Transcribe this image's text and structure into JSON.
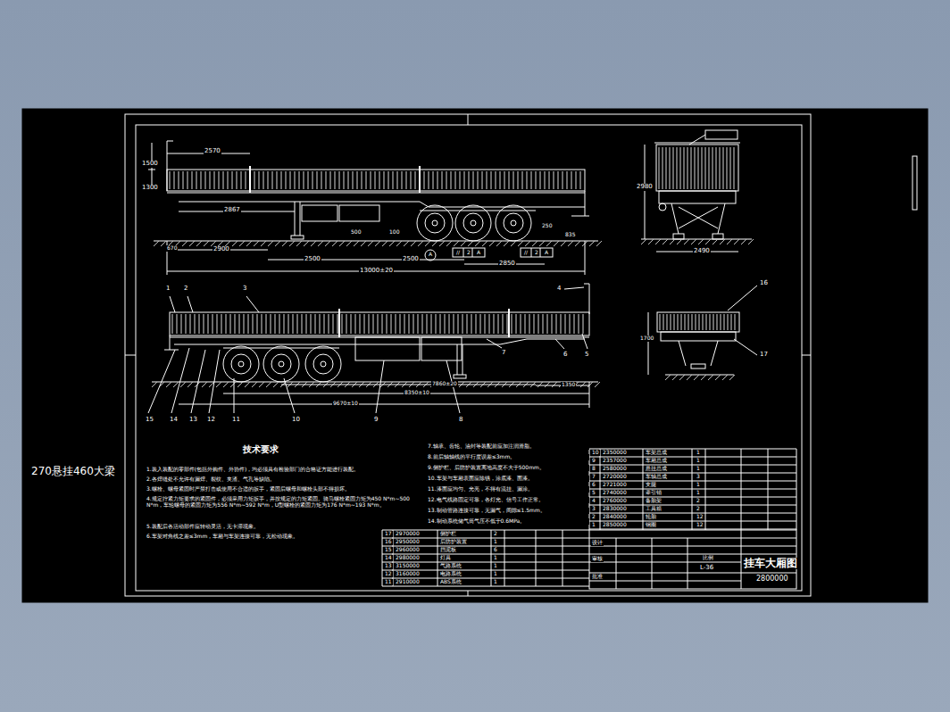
{
  "diagram": {
    "labels": [
      "270悬挂460大梁",
      "2570",
      "1500",
      "1300",
      "2867",
      "670",
      "2900",
      "2500",
      "500",
      "100",
      "2500",
      "A",
      "//",
      "2",
      "A",
      "//",
      "2",
      "A",
      "2850",
      "250",
      "835",
      "13000±20",
      "2490",
      "2980",
      "1",
      "2",
      "3",
      "4",
      "5",
      "6",
      "7",
      "8",
      "9",
      "10",
      "11",
      "12",
      "13",
      "14",
      "15",
      "16",
      "17",
      "8350±10",
      "7860±20",
      "9670±10",
      "1350",
      "1700",
      "技术要求",
      "1.装入装配的零部件(包括外购件、外协件)，均必须具有检验部门的合格证方能进行装配。",
      "2.各焊缝处不允许有漏焊、裂纹、夹渣、气孔等缺陷。",
      "3.螺栓、螺母紧固时严禁打击或使用不合适的扳手，紧固后螺母和螺栓头部不得损坏。",
      "4.规定拧紧力矩要求的紧固件，必须采用力矩扳手，并按规定的力矩紧固。骑马螺栓紧固力矩为450 N*m~500 N*m，车轮螺母的紧固力矩为556 N*m~592 N*m，U型螺栓的紧固力矩为176 N*m~193 N*m。",
      "5.装配后各活动部件应转动灵活，无卡滞现象。",
      "6.车架对角线之差≤3mm，车厢与车架连接可靠，无松动现象。",
      "7.轴承、齿轮、油封等装配前应加注润滑脂。",
      "8.前后轴轴线的平行度误差≤3mm。",
      "9.侧护栏、后防护装置离地高度不大于500mm。",
      "10.车架与车厢表面应除锈，涂底漆、面漆。",
      "11.漆面应均匀、光亮，不得有流挂、漏涂。",
      "12.电气线路固定可靠，各灯光、信号工作正常。",
      "13.制动管路连接可靠，无漏气，间隙≤1.5mm。",
      "14.制动系统储气筒气压不低于0.6MPa。",
      "10",
      "2350000",
      "车架总成",
      "1",
      "9",
      "2357000",
      "车厢总成",
      "1",
      "8",
      "2580000",
      "悬挂总成",
      "1",
      "7",
      "2720000",
      "车轴总成",
      "3",
      "6",
      "2721000",
      "支腿",
      "1",
      "5",
      "2740000",
      "牵引销",
      "1",
      "4",
      "2760000",
      "备胎架",
      "2",
      "3",
      "2830000",
      "工具箱",
      "2",
      "2",
      "2840000",
      "轮胎",
      "12",
      "1",
      "2850000",
      "钢圈",
      "12",
      "17",
      "2970000",
      "侧护栏",
      "2",
      "16",
      "2950000",
      "后防护装置",
      "1",
      "15",
      "2960000",
      "挡泥板",
      "6",
      "14",
      "2980000",
      "灯具",
      "1",
      "13",
      "3150000",
      "气路系统",
      "1",
      "12",
      "3160000",
      "电路系统",
      "1",
      "11",
      "2910000",
      "ABS系统",
      "1",
      "挂车大厢图",
      "2800000",
      "L-36",
      "设计",
      "审核",
      "批准",
      "比例"
    ]
  }
}
